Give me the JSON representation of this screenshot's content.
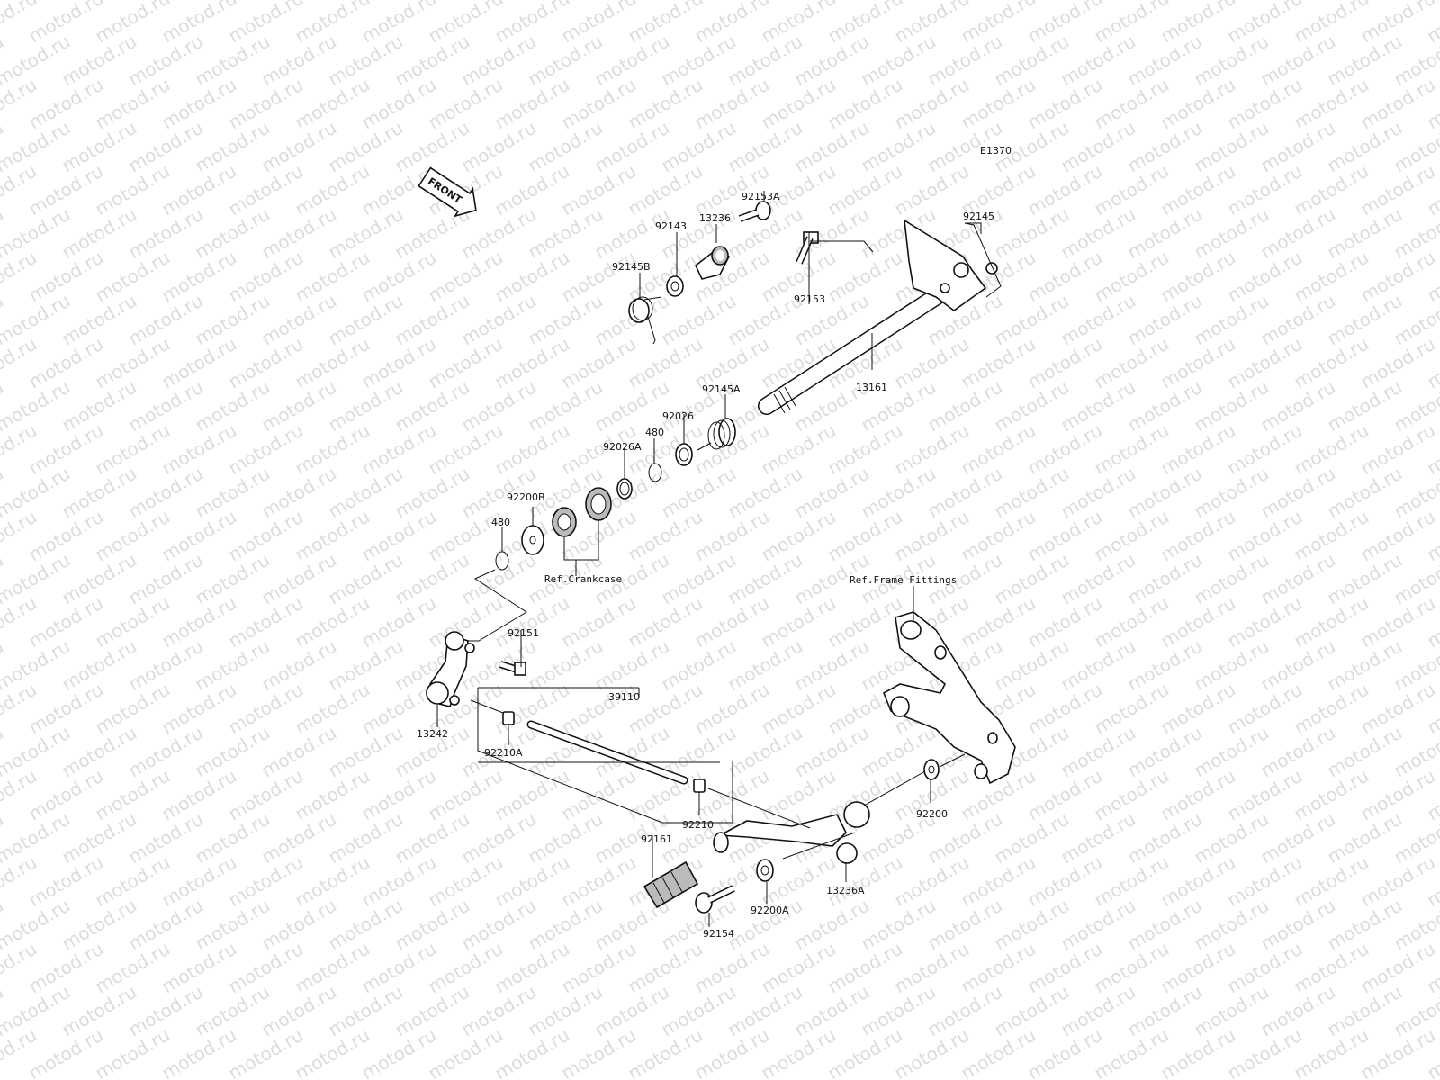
{
  "diagram": {
    "id_code": "E1370",
    "front_arrow_text": "FRONT",
    "watermark": "motod.ru",
    "references": {
      "crankcase": "Ref.Crankcase",
      "frame_fittings": "Ref.Frame Fittings"
    },
    "parts": [
      {
        "id": "p1",
        "label": "92153A"
      },
      {
        "id": "p2",
        "label": "13236"
      },
      {
        "id": "p3",
        "label": "92143"
      },
      {
        "id": "p4",
        "label": "92145B"
      },
      {
        "id": "p5",
        "label": "92145"
      },
      {
        "id": "p6",
        "label": "92153"
      },
      {
        "id": "p7",
        "label": "13161"
      },
      {
        "id": "p8",
        "label": "92145A"
      },
      {
        "id": "p9",
        "label": "92026"
      },
      {
        "id": "p10",
        "label": "480"
      },
      {
        "id": "p11",
        "label": "92026A"
      },
      {
        "id": "p12",
        "label": "92200B"
      },
      {
        "id": "p13",
        "label": "480"
      },
      {
        "id": "p14",
        "label": "92151"
      },
      {
        "id": "p15",
        "label": "39110"
      },
      {
        "id": "p16",
        "label": "13242"
      },
      {
        "id": "p17",
        "label": "92210A"
      },
      {
        "id": "p18",
        "label": "92210"
      },
      {
        "id": "p19",
        "label": "92200"
      },
      {
        "id": "p20",
        "label": "92161"
      },
      {
        "id": "p21",
        "label": "13236A"
      },
      {
        "id": "p22",
        "label": "92200A"
      },
      {
        "id": "p23",
        "label": "92154"
      }
    ]
  }
}
